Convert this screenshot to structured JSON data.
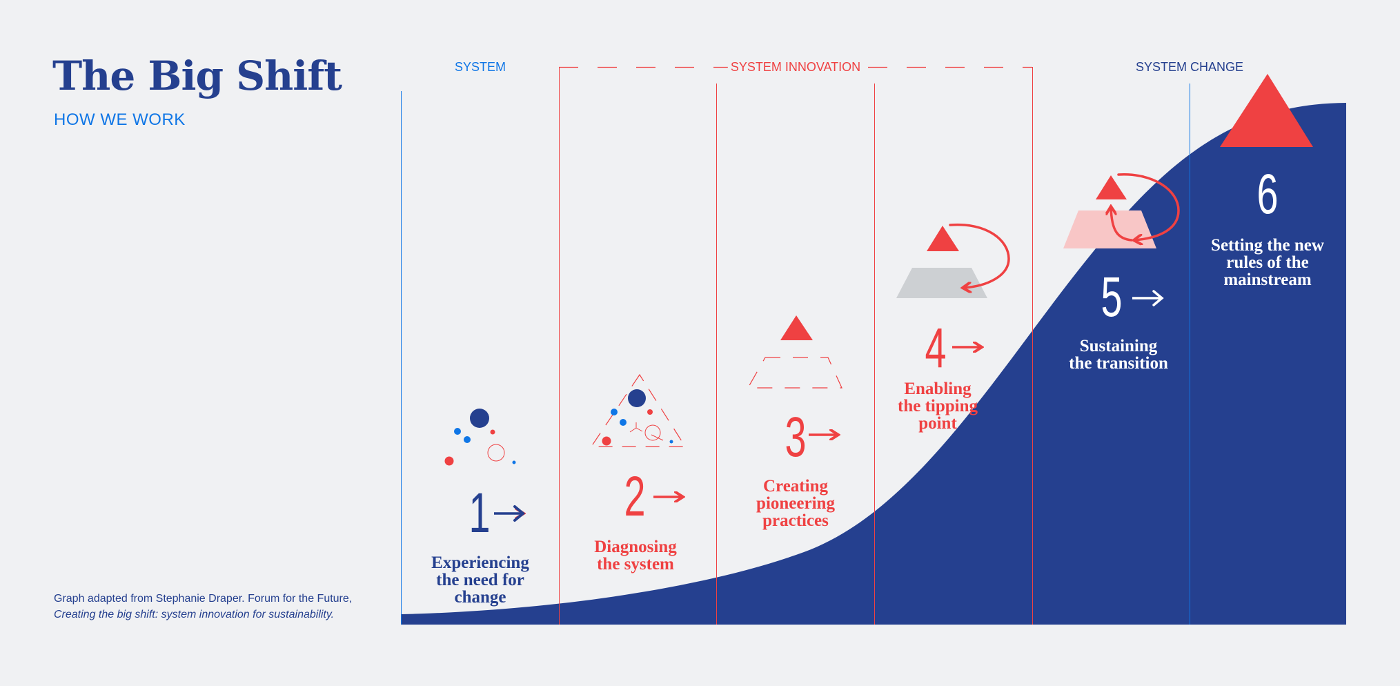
{
  "header": {
    "title": "The Big Shift",
    "subtitle": "HOW WE WORK"
  },
  "credit": {
    "line1": "Graph adapted from Stephanie Draper. Forum for the Future,",
    "line2": "Creating the big shift: system innovation for sustainability."
  },
  "phases": {
    "system": "SYSTEM",
    "innovation": "SYSTEM INNOVATION",
    "change": "SYSTEM CHANGE"
  },
  "steps": [
    {
      "number": "1",
      "lines": [
        "Experiencing",
        "the need for",
        "change"
      ]
    },
    {
      "number": "2",
      "lines": [
        "Diagnosing",
        "the system"
      ]
    },
    {
      "number": "3",
      "lines": [
        "Creating",
        "pioneering",
        "practices"
      ]
    },
    {
      "number": "4",
      "lines": [
        "Enabling",
        "the tipping",
        "point"
      ]
    },
    {
      "number": "5",
      "lines": [
        "Sustaining",
        "the transition"
      ]
    },
    {
      "number": "6",
      "lines": [
        "Setting the new",
        "rules of the",
        "mainstream"
      ]
    }
  ],
  "colors": {
    "navy": "#25408f",
    "red": "#ef4142",
    "blue": "#0f76e6",
    "pink": "#f8c6c6",
    "grey": "#cdd0d3",
    "background": "#f0f1f3"
  }
}
